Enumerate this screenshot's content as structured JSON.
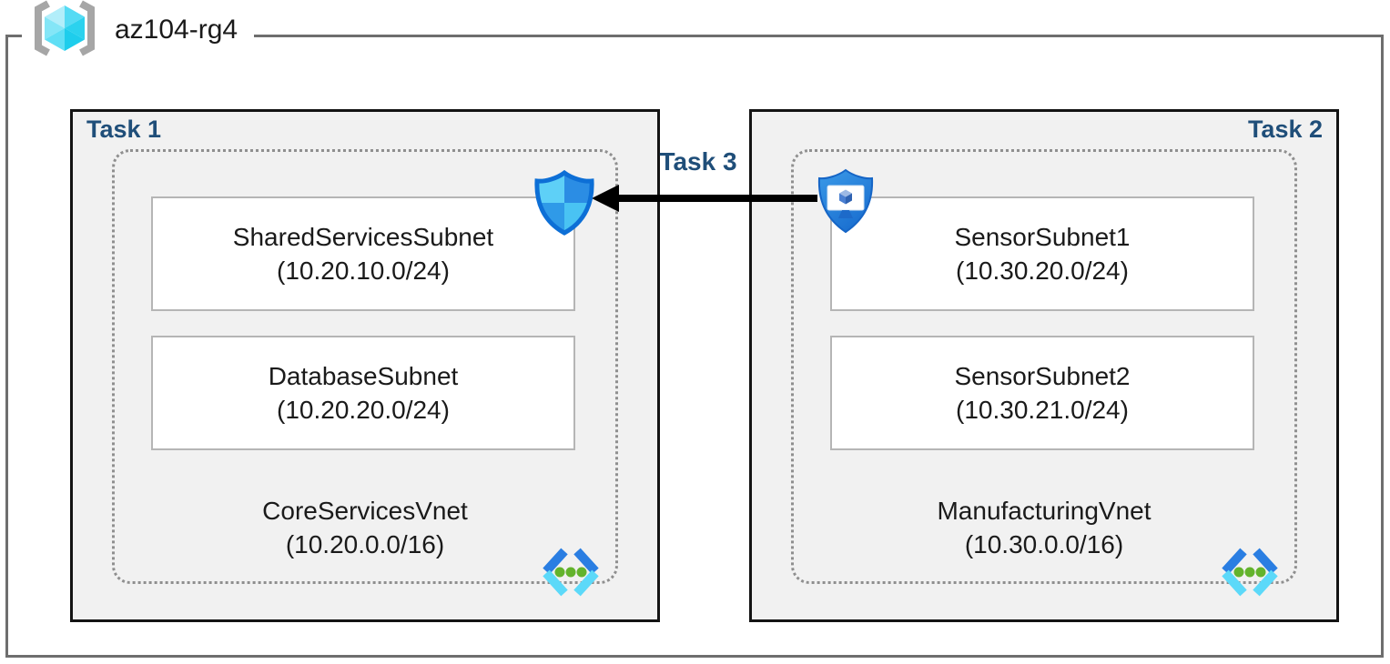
{
  "title": "az104-rg4",
  "connector": {
    "label": "Task 3",
    "direction": "right-to-left"
  },
  "groups": [
    {
      "task_label": "Task 1",
      "vnet": {
        "name": "CoreServicesVnet",
        "cidr": "(10.20.0.0/16)"
      },
      "subnets": [
        {
          "name": "SharedServicesSubnet",
          "cidr": "(10.20.10.0/24)"
        },
        {
          "name": "DatabaseSubnet",
          "cidr": "(10.20.20.0/24)"
        }
      ],
      "corner_icon": "network-security-group-shield-icon"
    },
    {
      "task_label": "Task 2",
      "vnet": {
        "name": "ManufacturingVnet",
        "cidr": "(10.30.0.0/16)"
      },
      "subnets": [
        {
          "name": "SensorSubnet1",
          "cidr": "(10.30.20.0/24)"
        },
        {
          "name": "SensorSubnet2",
          "cidr": "(10.30.21.0/24)"
        }
      ],
      "corner_icon": "bastion-shield-icon"
    }
  ],
  "icons": {
    "resource_group": "resource-group-brackets-cube-icon",
    "nsg": "network-security-group-shield-icon",
    "bastion": "bastion-shield-icon",
    "vnet": "virtual-network-chevrons-icon"
  },
  "colors": {
    "task_label": "#1f4e79",
    "group_fill": "#f1f1f1",
    "group_border": "#141414",
    "outer_frame_border": "#6e6e6e",
    "dotted_border": "#8f8f8f",
    "subnet_border": "#b5b5b5",
    "arrow": "#000000",
    "azure_blue": "#2a7ee2",
    "azure_cyan": "#5cd9f9",
    "green_dot": "#63b32c"
  }
}
